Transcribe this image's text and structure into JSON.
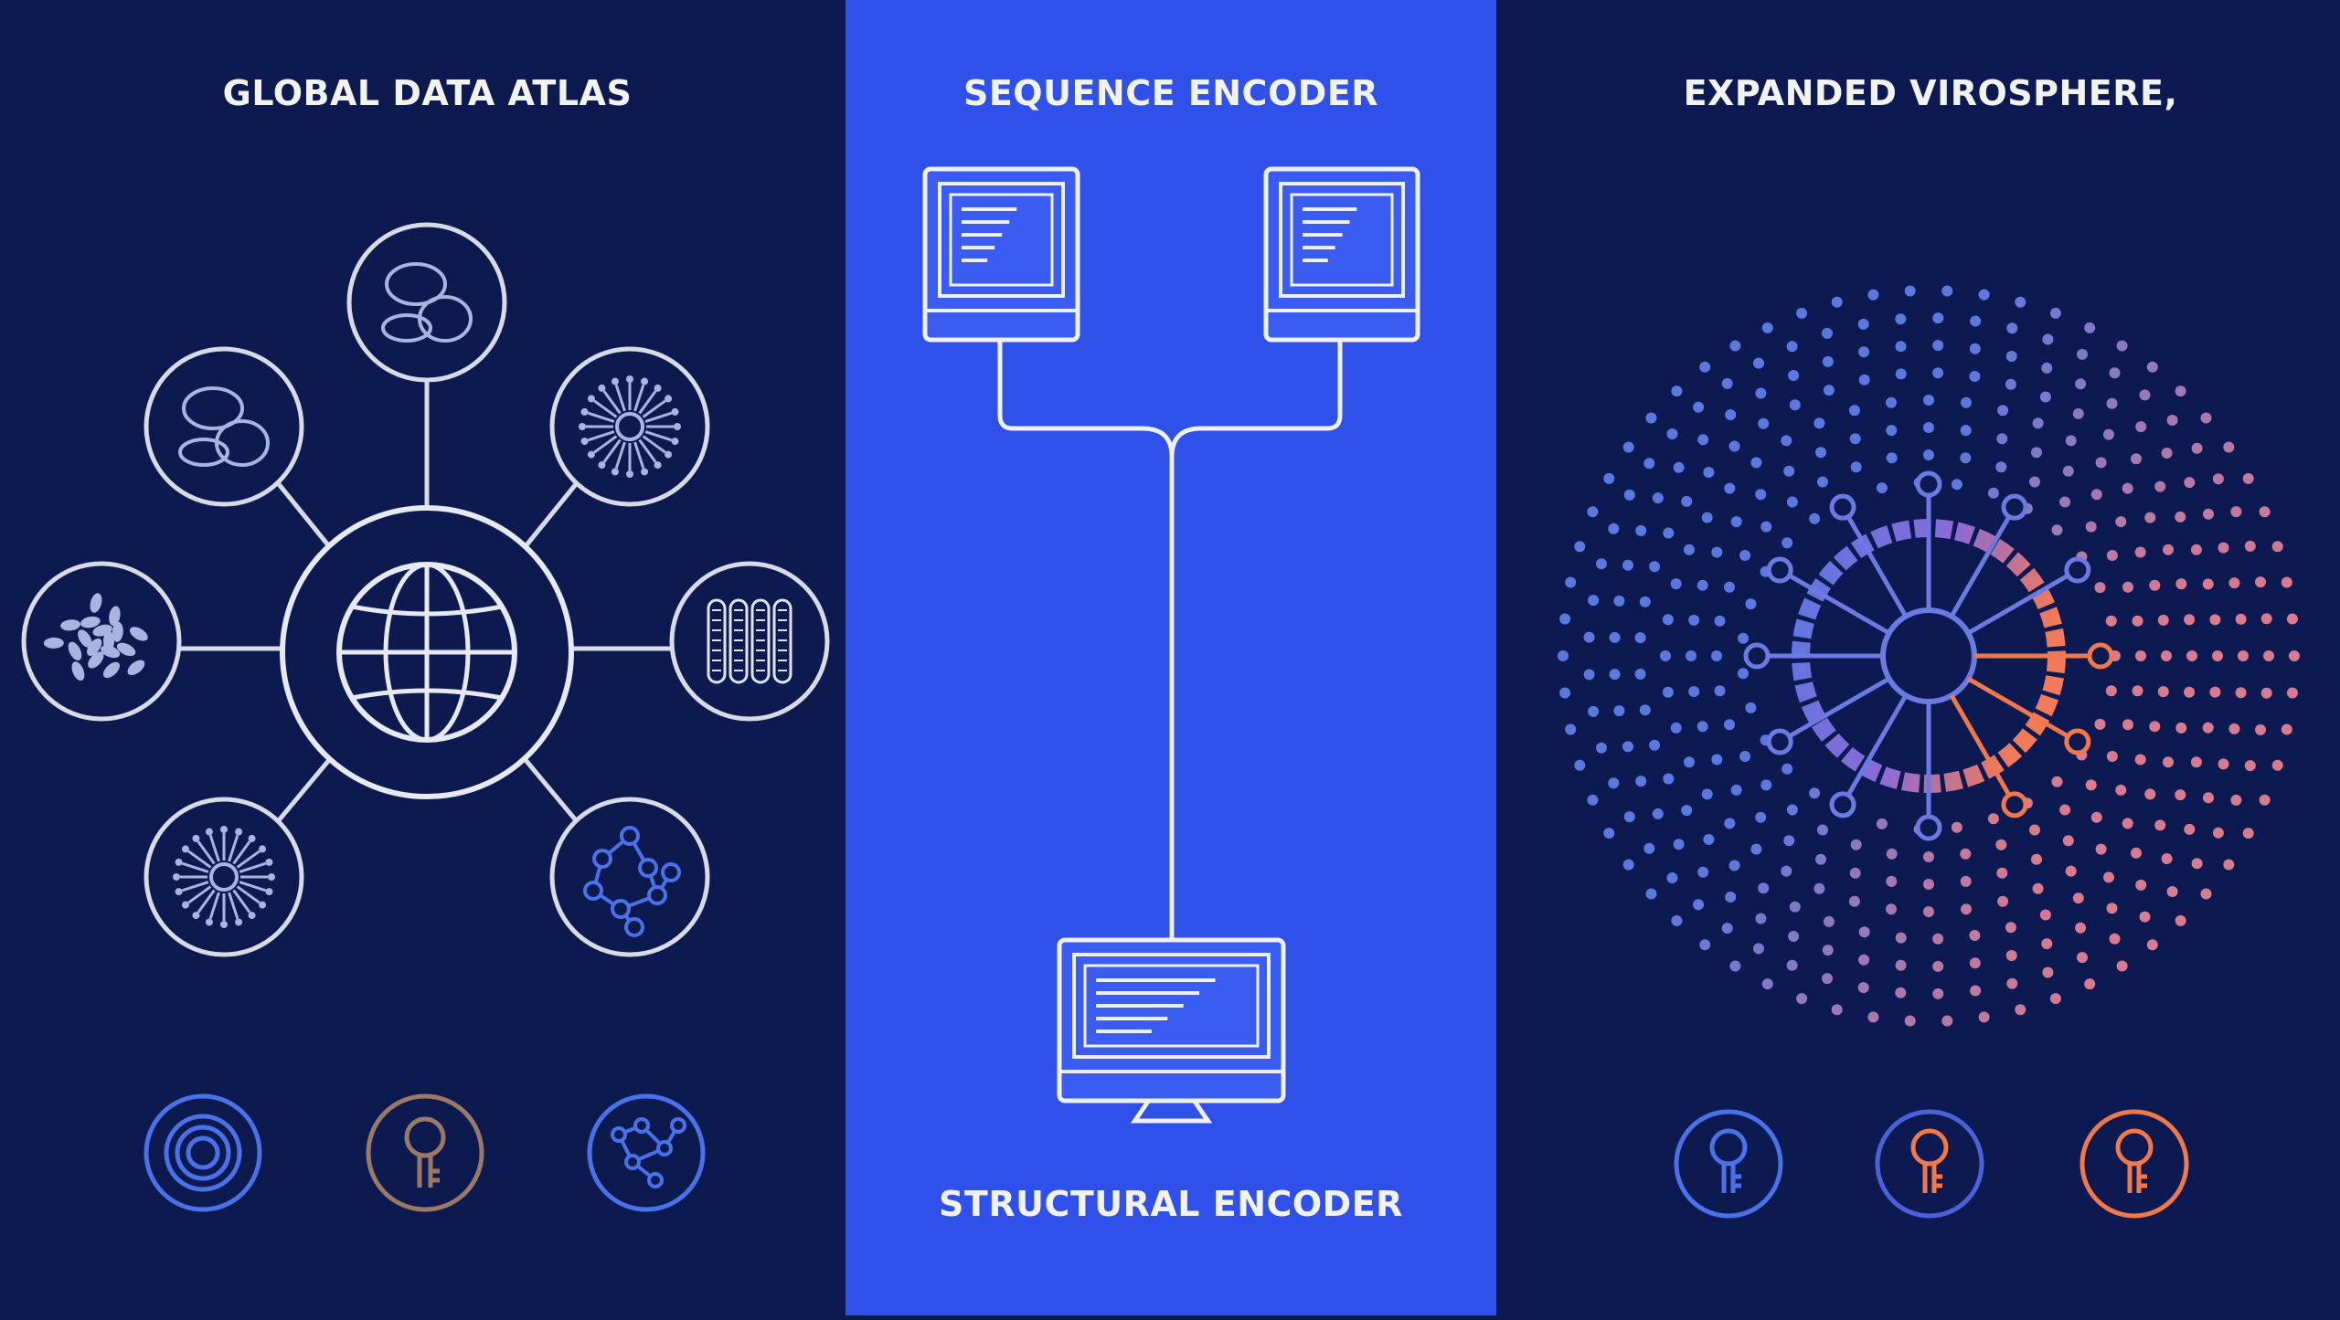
{
  "panels": {
    "left": {
      "title": "GLOBAL DATA ATLAS",
      "bg": "#0c1a50"
    },
    "middle": {
      "title": "SEQUENCE ENCODER",
      "footer": "STRUCTURAL ENCODER",
      "bg": "#3050ea"
    },
    "right": {
      "title": "EXPANDED VIROSPHERE,",
      "bg": "#0d1a52"
    }
  },
  "colors": {
    "line": "#e6e8f2",
    "accent_blue": "#4a72e8",
    "accent_orange": "#f0784a",
    "bronze": "#9a7a66",
    "dot_blue": "#5a78e0",
    "dot_pink": "#d87a90"
  },
  "icons": {
    "left_hub": "globe-icon",
    "left_satellites": [
      "cells-icon",
      "microbes-icon",
      "virus-icon",
      "leaf-cluster-icon",
      "sequence-tubes-icon",
      "virus-icon",
      "molecule-network-icon"
    ],
    "left_bottom": [
      "spiral-icon",
      "key-icon",
      "molecule-icon"
    ],
    "middle_monitors": [
      "monitor-icon",
      "monitor-icon",
      "desktop-icon"
    ],
    "right_center": "virus-icon",
    "right_bottom": [
      "key-icon",
      "key-icon",
      "key-icon"
    ]
  }
}
